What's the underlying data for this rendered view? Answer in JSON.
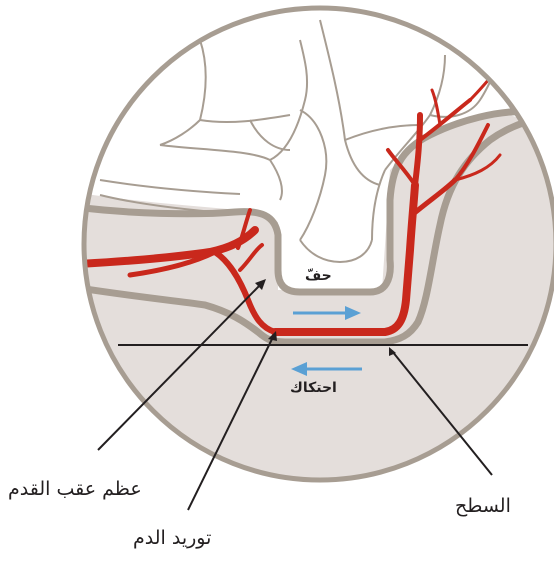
{
  "labels": {
    "shear": "حفّ",
    "friction": "احتكاك",
    "heel_bone": "عظم عقب القدم",
    "surface": "السطح",
    "blood_supply": "توريد الدم"
  },
  "colors": {
    "tissue": "#e4dedb",
    "bone_outline": "#a79d92",
    "vessel": "#c9281c",
    "arrow": "#5aa0d4",
    "line": "#231f20"
  }
}
